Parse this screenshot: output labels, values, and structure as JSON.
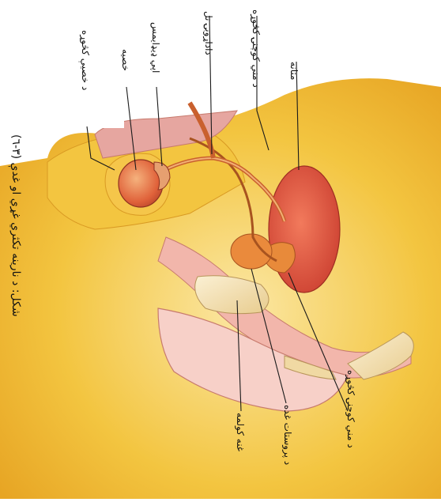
{
  "figure": {
    "caption": "(٣-٦) شکل: د نارینه تکثري غړي او غدې",
    "labels": {
      "bladder": "مثانه",
      "seminal_vesicle": "د مني کوچنۍ کڅوړه",
      "vas_deferens": "داداړوبۍ نل",
      "epididymis": "اپي ډيډايمس",
      "testis": "خصيه",
      "scrotum": "د خصيې کڅوړه",
      "ejaculatory_duct": "د مني کوچنۍ کڅوړه",
      "prostate": "د پروستات غده",
      "cowper_gland": "غنه کولمه"
    }
  },
  "colors": {
    "skin": "#f2c23a",
    "skin_dark": "#e4a526",
    "organ_red": "#e0473a",
    "organ_orange": "#e88a3a",
    "tissue_pink": "#f2b6ab",
    "bone": "#f4e3b8"
  }
}
